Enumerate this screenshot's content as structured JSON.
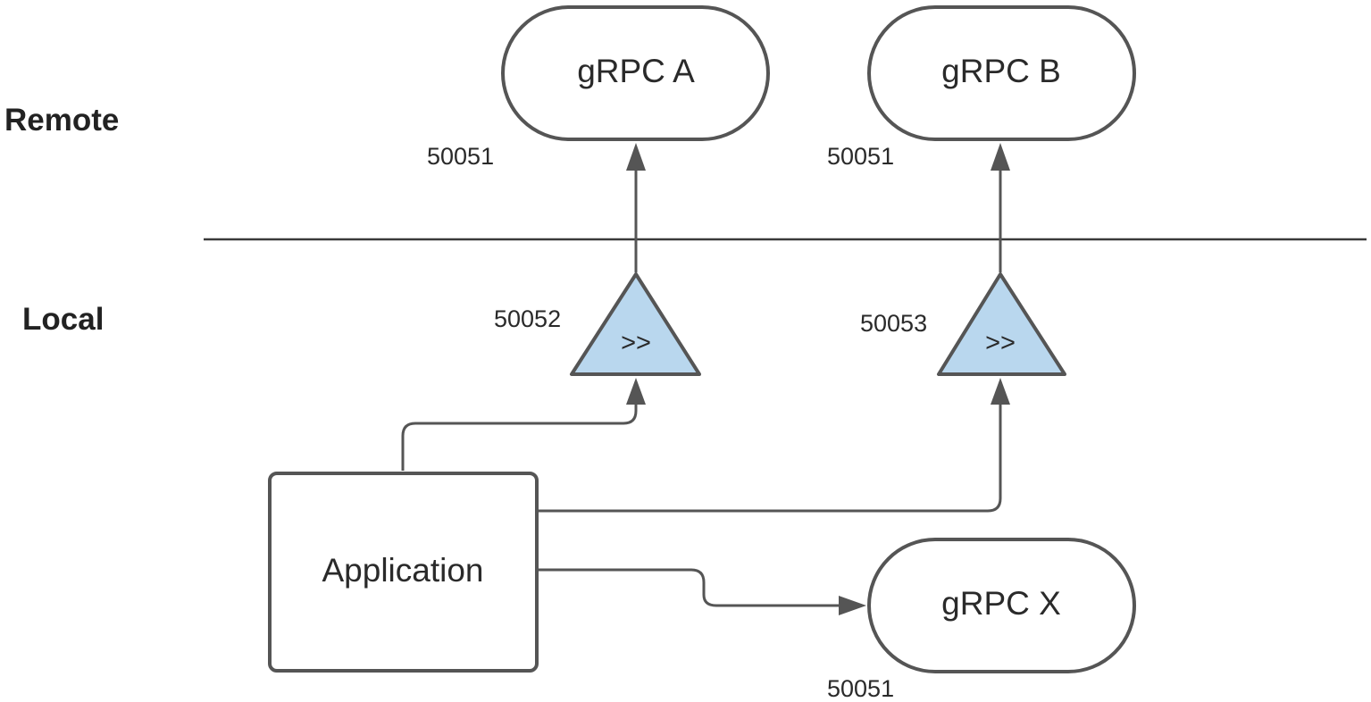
{
  "zones": {
    "remote_label": "Remote",
    "local_label": "Local"
  },
  "nodes": {
    "grpc_a": {
      "label": "gRPC A",
      "port": "50051"
    },
    "grpc_b": {
      "label": "gRPC B",
      "port": "50051"
    },
    "grpc_x": {
      "label": "gRPC X",
      "port": "50051"
    },
    "application": {
      "label": "Application"
    }
  },
  "proxies": {
    "proxy_a": {
      "symbol": ">>",
      "port": "50052"
    },
    "proxy_b": {
      "symbol": ">>",
      "port": "50053"
    }
  },
  "colors": {
    "stroke": "#555555",
    "proxy_fill": "#b9d7ee",
    "text": "#2a2a2a"
  },
  "edges": [
    {
      "from": "application",
      "to": "proxy_a"
    },
    {
      "from": "application",
      "to": "proxy_b"
    },
    {
      "from": "application",
      "to": "grpc_x"
    },
    {
      "from": "proxy_a",
      "to": "grpc_a"
    },
    {
      "from": "proxy_b",
      "to": "grpc_b"
    }
  ]
}
